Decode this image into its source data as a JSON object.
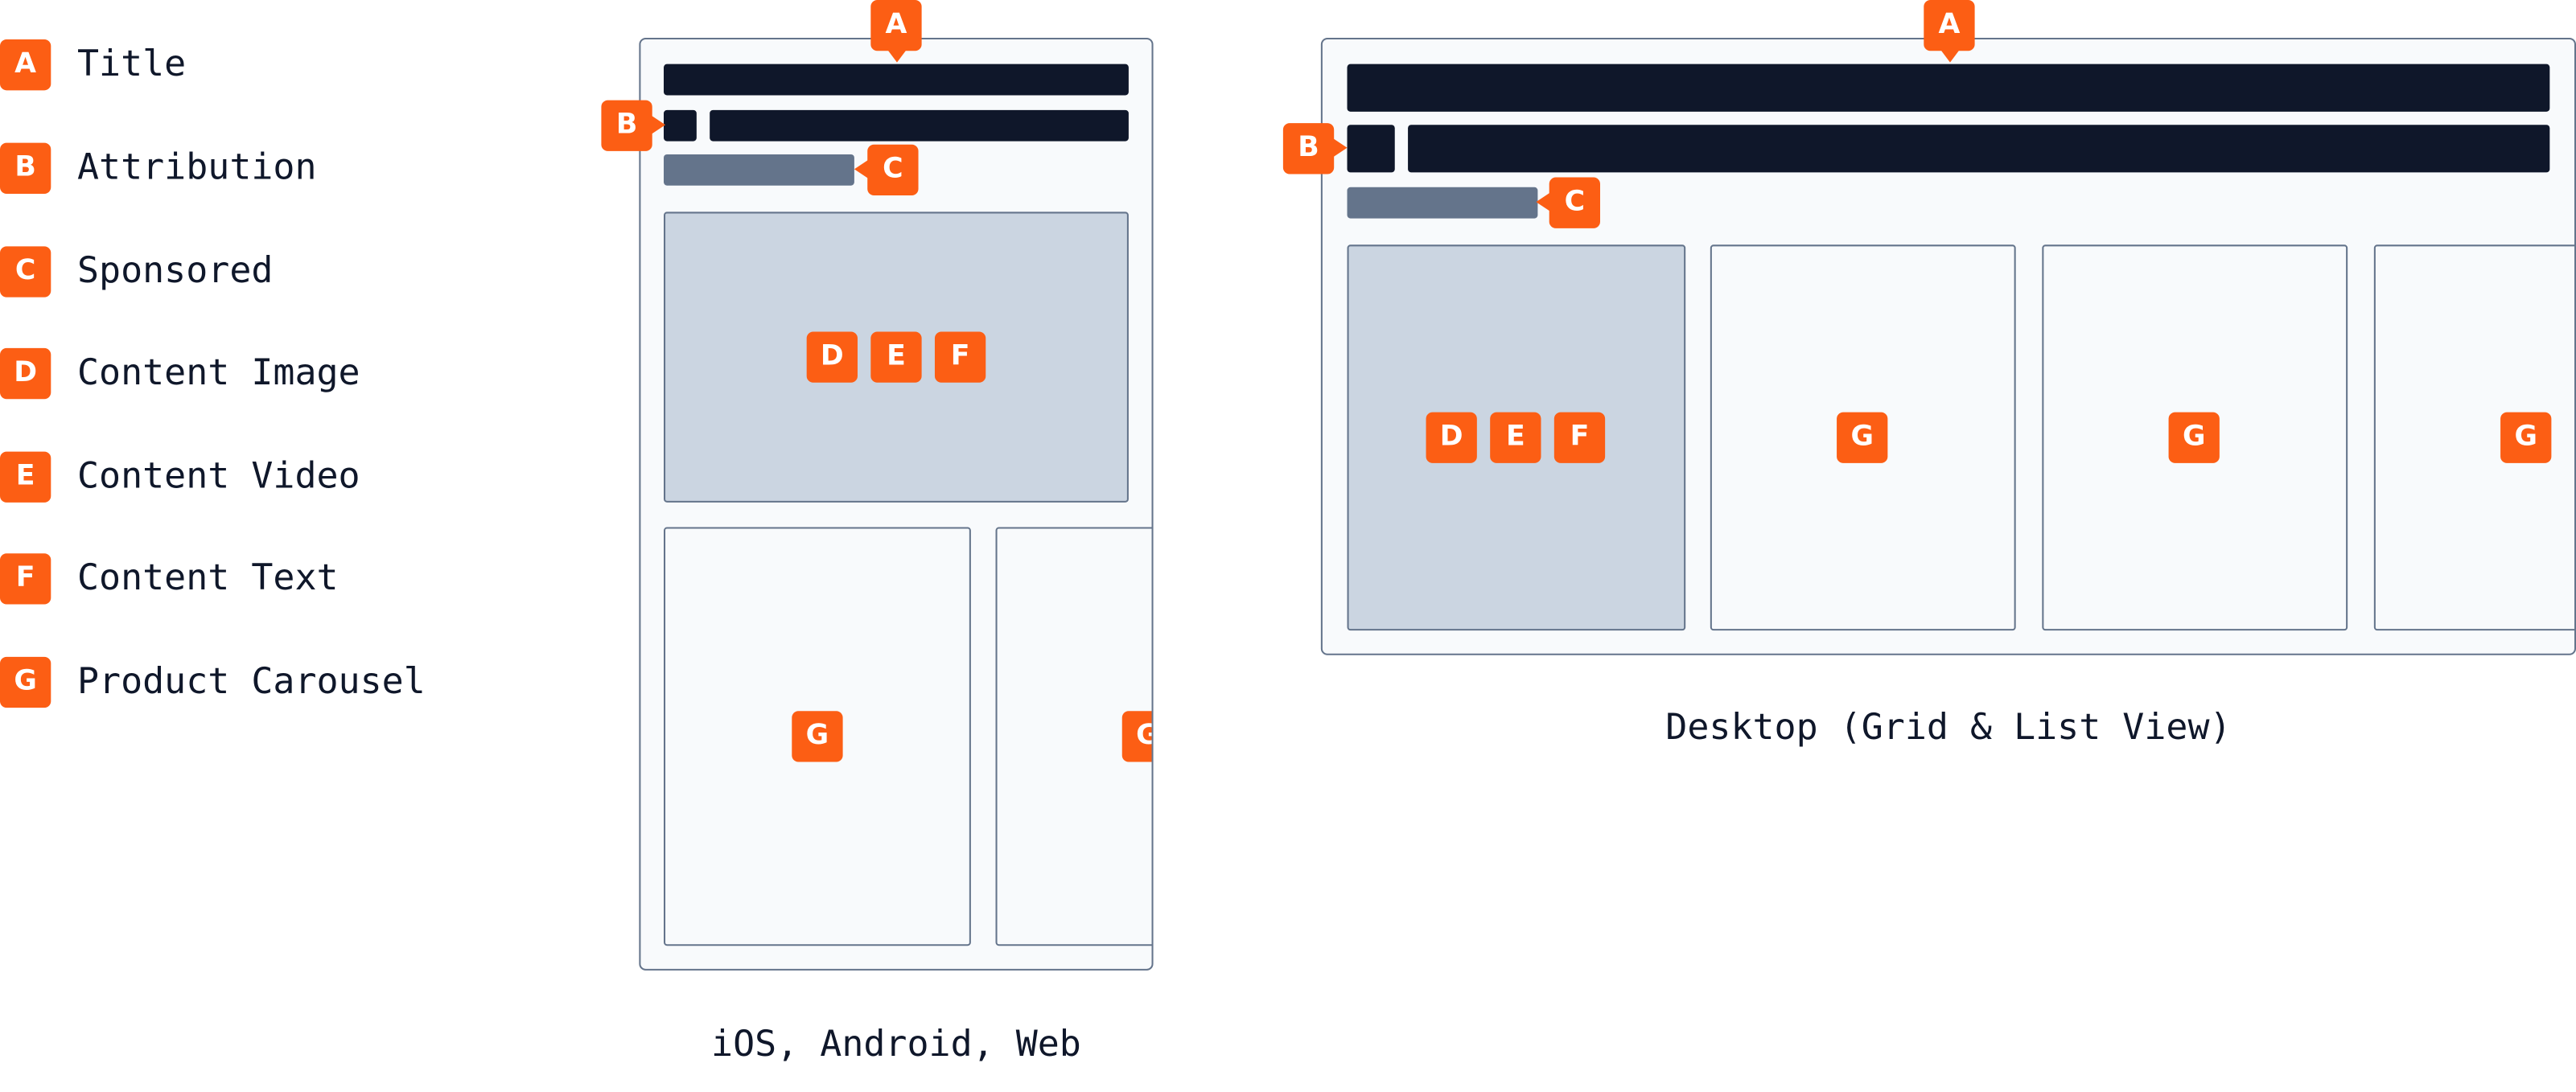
{
  "legend": [
    {
      "letter": "A",
      "label": "Title"
    },
    {
      "letter": "B",
      "label": "Attribution"
    },
    {
      "letter": "C",
      "label": "Sponsored"
    },
    {
      "letter": "D",
      "label": "Content Image"
    },
    {
      "letter": "E",
      "label": "Content Video"
    },
    {
      "letter": "F",
      "label": "Content Text"
    },
    {
      "letter": "G",
      "label": "Product Carousel"
    }
  ],
  "mobile": {
    "caption": "iOS, Android, Web",
    "markers": {
      "a": "A",
      "b": "B",
      "c": "C",
      "d": "D",
      "e": "E",
      "f": "F",
      "g": "G"
    }
  },
  "desktop": {
    "caption": "Desktop (Grid & List View)",
    "markers": {
      "a": "A",
      "b": "B",
      "c": "C",
      "d": "D",
      "e": "E",
      "f": "F",
      "g": "G"
    }
  },
  "colors": {
    "accent": "#fc5e14",
    "dark_bar": "#0f172a",
    "sponsored_bar": "#64748b",
    "image_fill": "#cbd5e1",
    "frame_fill": "#f8fafc",
    "outline": "#64748b"
  }
}
